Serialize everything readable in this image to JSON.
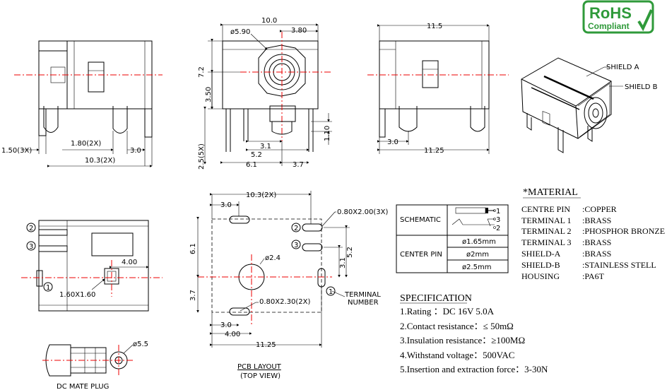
{
  "rohs": {
    "line1": "RoHS",
    "line2": "Compliant",
    "color": "#2f9a3a"
  },
  "centerline_color": "#e00000",
  "side_view": {
    "d_150": "1.50(3X)",
    "d_180": "1.80(2X)",
    "d_30": "3.0",
    "d_103": "10.3(2X)"
  },
  "front_view": {
    "d_100": "10.0",
    "d_380": "3.80",
    "d_590": "ø5.90",
    "d_72": "7.2",
    "d_350": "3.50",
    "d_25": "2.5(5X)",
    "d_31": "3.1",
    "d_52": "5.2",
    "d_61": "6.1",
    "d_37": "3.7",
    "d_110": "1.10"
  },
  "top_view": {
    "d_115": "11.5",
    "d_30": "3.0",
    "d_1125": "11.25"
  },
  "iso_view": {
    "shield_a": "SHIELD A",
    "shield_b": "SHIELD B"
  },
  "bottom_view": {
    "p2": "2",
    "p3": "3",
    "p1": "1",
    "d_400": "4.00",
    "d_160": "1.60X1.60"
  },
  "plug": {
    "d_55": "ø5.5",
    "label": "DC MATE PLUG"
  },
  "pcb": {
    "d_103": "10.3(2X)",
    "d_30a": "3.0",
    "d_080_200": "0.80X2.00(3X)",
    "p2": "2",
    "p3": "3",
    "p1": "1",
    "d_61": "6.1",
    "d_52": "5.2",
    "d_31": "3.1",
    "d_24": "ø2.4",
    "d_37": "3.7",
    "d_080_230": "0.80X2.30(2X)",
    "terminal": "TERMINAL",
    "number": "NUMBER",
    "d_30b": "3.0",
    "d_400": "4.00",
    "d_1125": "11.25",
    "title1": "PCB LAYOUT",
    "title2": "(TOP VIEW)"
  },
  "schematic_table": {
    "schematic": "SCHEMATIC",
    "center_pin": "CENTER PIN",
    "pin_1": "1",
    "pin_3": "3",
    "pin_2": "2",
    "sizes": [
      "ø1.65mm",
      "ø2mm",
      "ø2.5mm"
    ]
  },
  "material": {
    "title": "*MATERIAL",
    "rows": [
      {
        "part": "CENTRE PIN",
        "value": ":COPPER"
      },
      {
        "part": "TERMINAL 1",
        "value": ":BRASS"
      },
      {
        "part": "TERMINAL 2",
        "value": ":PHOSPHOR BRONZE"
      },
      {
        "part": "TERMINAL 3",
        "value": ":BRASS"
      },
      {
        "part": "SHIELD-A",
        "value": ":BRASS"
      },
      {
        "part": "SHIELD-B",
        "value": ":STAINLESS STELL"
      },
      {
        "part": "HOUSING",
        "value": ":PA6T"
      }
    ]
  },
  "specification": {
    "title": "SPECIFICATION",
    "items": [
      "1.Rating ：DC 16V 5.0A",
      "2.Contact resistance：≤ 50mΩ",
      "3.Insulation resistance：≥100MΩ",
      "4.Withstand voltage：500VAC",
      "5.Insertion and extraction force：3-30N"
    ]
  }
}
